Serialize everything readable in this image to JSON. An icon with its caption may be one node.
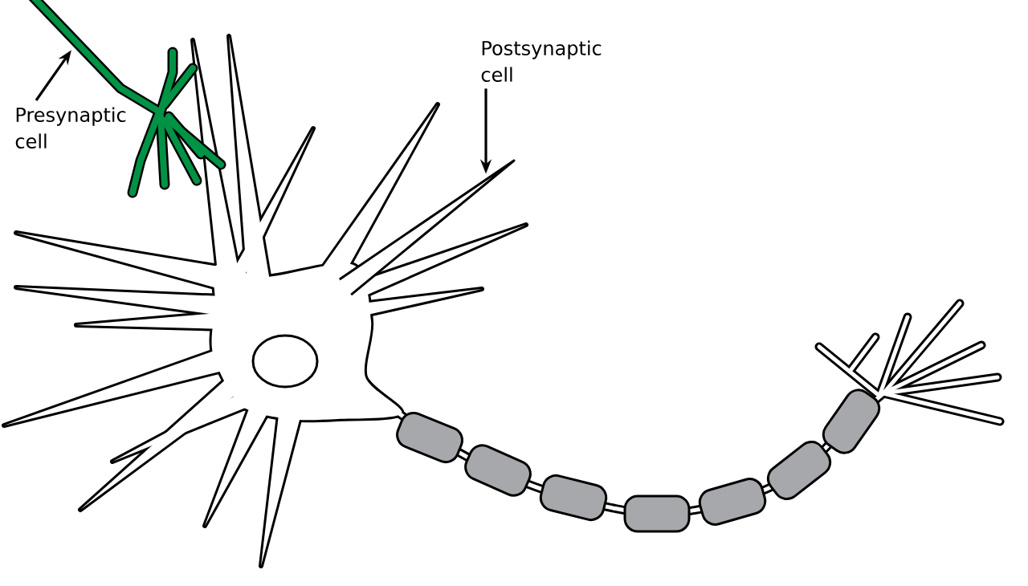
{
  "diagram": {
    "nodes": [
      {
        "text": [
          "Presynaptic cell"
        ]
      },
      {
        "text": [
          "Postsynaptic cell"
        ]
      },
      {
        "text": [],
        "shape": "picture"
      },
      {
        "text": [],
        "shape": "picture"
      }
    ],
    "edges": [
      {
        "from": 0,
        "to": 2,
        "arrow": "to"
      },
      {
        "from": 1,
        "to": 3,
        "arrow": "to"
      }
    ]
  }
}
